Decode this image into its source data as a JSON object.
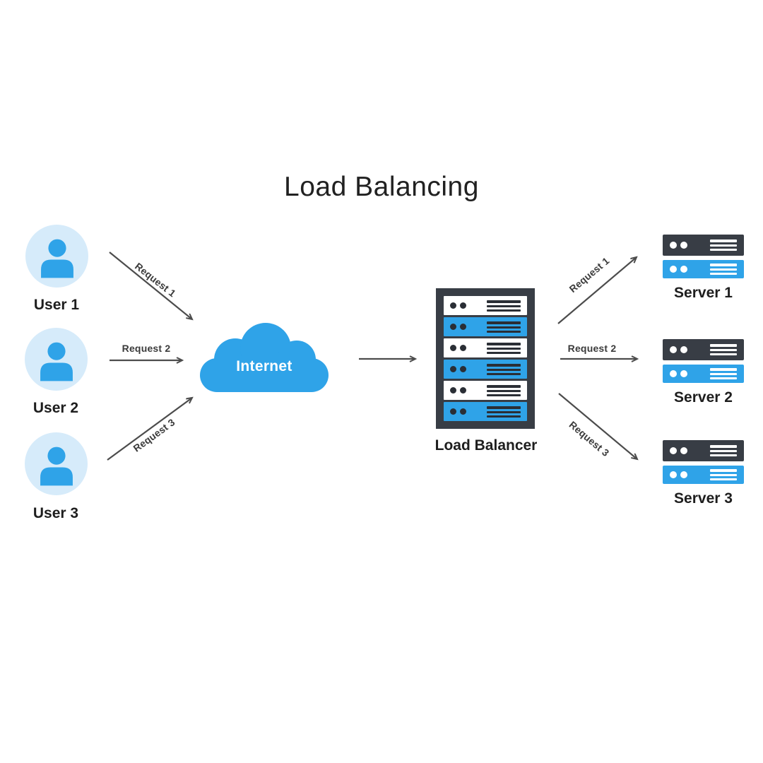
{
  "title": "Load Balancing",
  "colors": {
    "blue": "#2FA3E8",
    "light_blue": "#D6EBFA",
    "dark": "#383D45",
    "arrow": "#4C4C4C",
    "text": "#1E1E1E"
  },
  "users": [
    {
      "label": "User 1"
    },
    {
      "label": "User 2"
    },
    {
      "label": "User 3"
    }
  ],
  "internet": {
    "label": "Internet"
  },
  "load_balancer": {
    "label": "Load Balancer"
  },
  "servers": [
    {
      "label": "Server 1"
    },
    {
      "label": "Server 2"
    },
    {
      "label": "Server 3"
    }
  ],
  "requests_left": [
    "Request 1",
    "Request 2",
    "Request 3"
  ],
  "requests_right": [
    "Request 1",
    "Request 2",
    "Request 3"
  ]
}
